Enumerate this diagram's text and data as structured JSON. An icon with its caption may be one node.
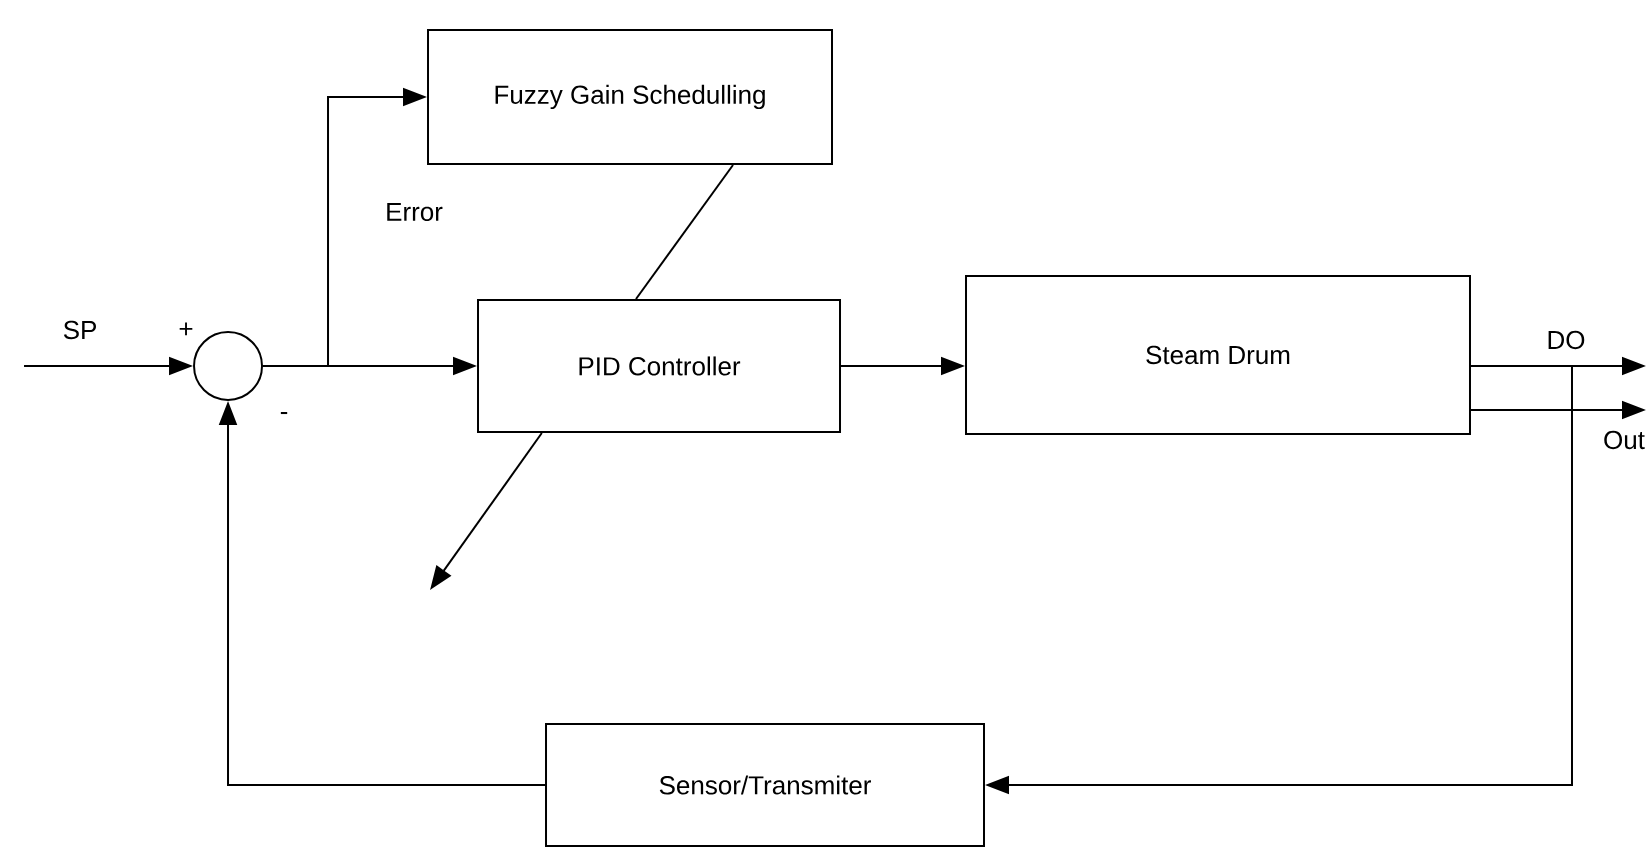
{
  "diagram": {
    "nodes": [
      {
        "text": [
          "Fuzzy Gain Schedulling"
        ]
      },
      {
        "text": [],
        "shape": "circle"
      },
      {
        "text": [
          "PID Controller"
        ]
      },
      {
        "text": [
          "Steam Drum"
        ]
      },
      {
        "text": [
          "Sensor/Transmiter"
        ]
      }
    ],
    "edges": [
      {
        "from": null,
        "to": 1,
        "arrow": "to",
        "label": "SP"
      },
      {
        "from": 1,
        "to": 2,
        "arrow": "to"
      },
      {
        "from": 1,
        "to": 0,
        "arrow": "to"
      },
      {
        "from": 0,
        "to": 2,
        "arrow": "none"
      },
      {
        "from": 2,
        "to": null,
        "arrow": "to"
      },
      {
        "from": 2,
        "to": 3,
        "arrow": "to"
      },
      {
        "from": 3,
        "to": null,
        "arrow": "to",
        "label": "DO"
      },
      {
        "from": 3,
        "to": null,
        "arrow": "to",
        "label": "Out"
      },
      {
        "from": 3,
        "to": 4,
        "arrow": "to"
      },
      {
        "from": 4,
        "to": 1,
        "arrow": "to"
      }
    ],
    "labels": [
      "+",
      "-",
      "Error"
    ]
  }
}
